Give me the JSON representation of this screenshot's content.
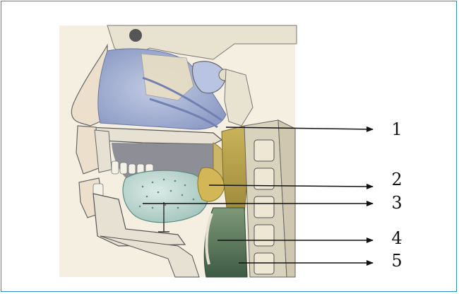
{
  "callouts": [
    {
      "label": "1"
    },
    {
      "label": "2"
    },
    {
      "label": "3"
    },
    {
      "label": "4"
    },
    {
      "label": "5"
    }
  ],
  "colors": {
    "frame_border": "#2a8fd0",
    "paper_background": "#f4efe1",
    "nasal_cavity": "#a9b5d6",
    "tongue": "#c4dcd6",
    "pharynx": "#b9a24a",
    "larynx": "#5c7a5e",
    "bone": "#e6e1d2",
    "arrow": "#111111"
  },
  "icons": {
    "illustration": "sagittal-head-section-illustration",
    "arrow": "arrow-right-icon"
  }
}
